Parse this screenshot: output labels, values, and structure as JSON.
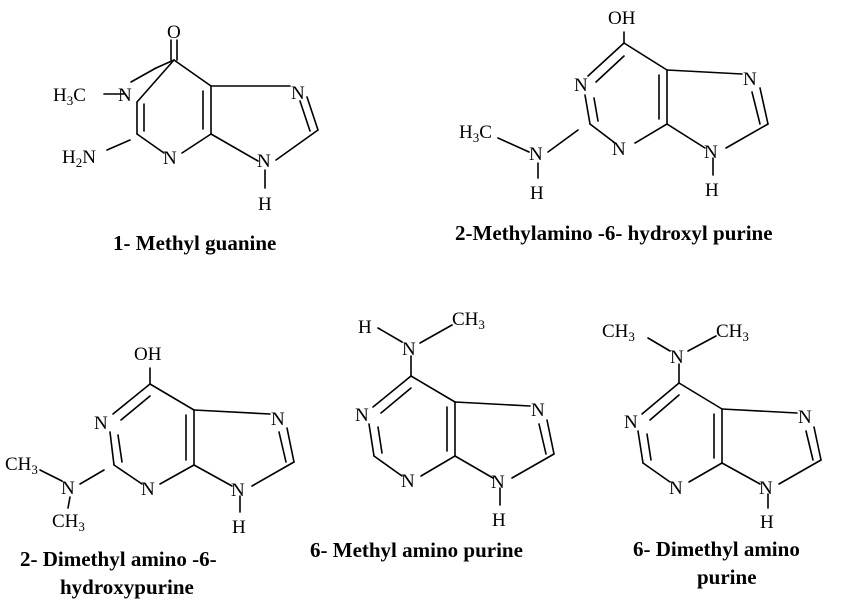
{
  "molecules": [
    {
      "name_lines": [
        "1- Methyl guanine"
      ],
      "atoms": {
        "carbonyl_o": "O",
        "n1": "N",
        "n3": "N",
        "n7": "N",
        "n9": "N",
        "n9_h": "H",
        "methyl": "H3C",
        "amino": "H2N"
      }
    },
    {
      "name_lines": [
        "2-Methylamino -6- hydroxyl purine"
      ],
      "atoms": {
        "hydroxyl": "OH",
        "n1": "N",
        "n3": "N",
        "n7": "N",
        "n9": "N",
        "n9_h": "H",
        "methyl": "H3C",
        "amino_n": "N",
        "amino_h": "H"
      }
    },
    {
      "name_lines": [
        "2- Dimethyl amino -6-",
        "hydroxypurine"
      ],
      "atoms": {
        "hydroxyl": "OH",
        "n1": "N",
        "n3": "N",
        "n7": "N",
        "n9": "N",
        "n9_h": "H",
        "amino_n": "N",
        "methyl_top": "CH3",
        "methyl_bottom": "CH3"
      }
    },
    {
      "name_lines": [
        "6- Methyl amino purine"
      ],
      "atoms": {
        "amino_n": "N",
        "amino_h": "H",
        "methyl": "CH3",
        "n1": "N",
        "n3": "N",
        "n7": "N",
        "n9": "N",
        "n9_h": "H"
      }
    },
    {
      "name_lines": [
        "6- Dimethyl amino",
        "purine"
      ],
      "atoms": {
        "amino_n": "N",
        "methyl_left": "CH3",
        "methyl_right": "CH3",
        "n1": "N",
        "n3": "N",
        "n7": "N",
        "n9": "N",
        "n9_h": "H"
      }
    }
  ]
}
